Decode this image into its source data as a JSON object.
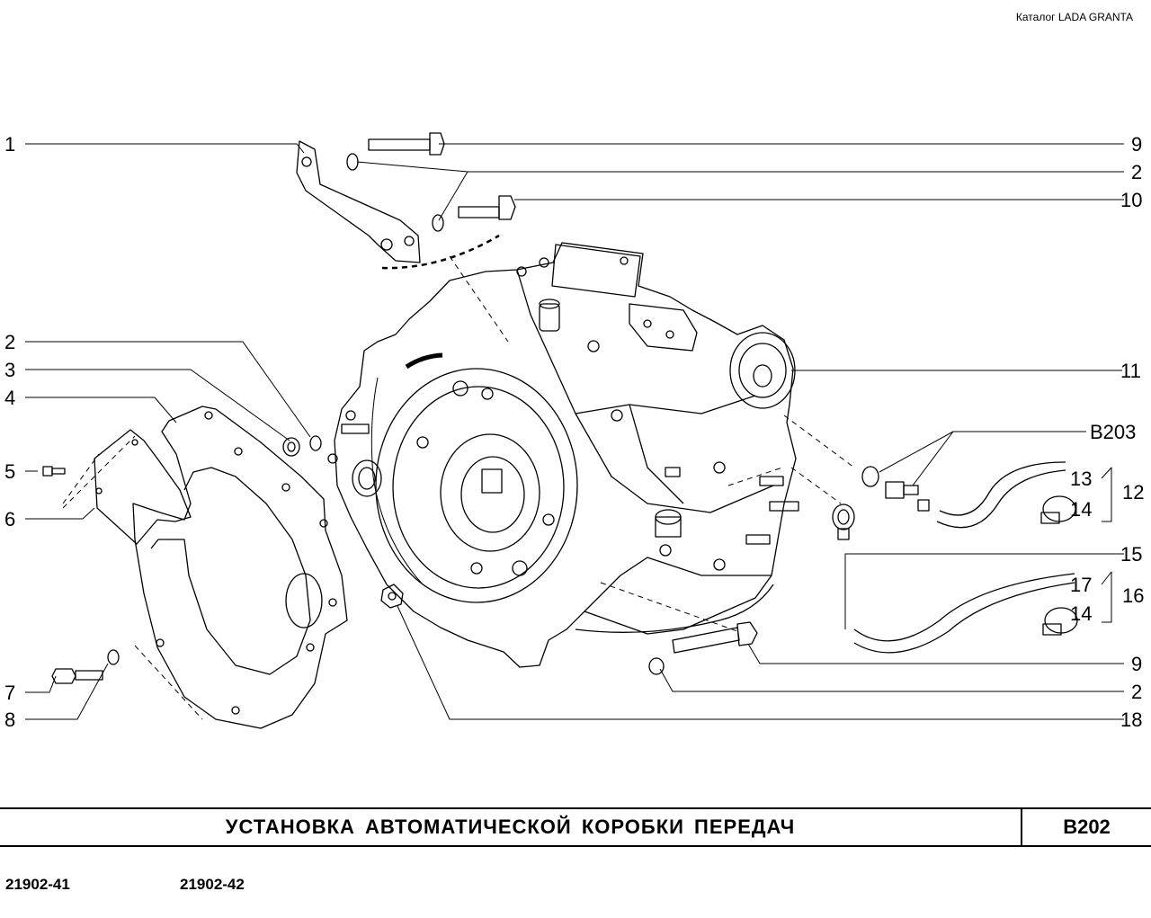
{
  "header": {
    "catalog_text": "Каталог  LADA  GRANTA"
  },
  "callouts": {
    "left": [
      "1",
      "2",
      "3",
      "4",
      "5",
      "6",
      "7",
      "8"
    ],
    "right": [
      "9",
      "2",
      "10",
      "11",
      "B203",
      "13",
      "12",
      "14",
      "15",
      "17",
      "16",
      "14",
      "9",
      "2",
      "18"
    ]
  },
  "title_bar": {
    "title": "УСТАНОВКА  АВТОМАТИЧЕСКОЙ  КОРОБКИ  ПЕРЕДАЧ",
    "code": "B202"
  },
  "footer": {
    "models": [
      "21902-41",
      "21902-42"
    ]
  }
}
